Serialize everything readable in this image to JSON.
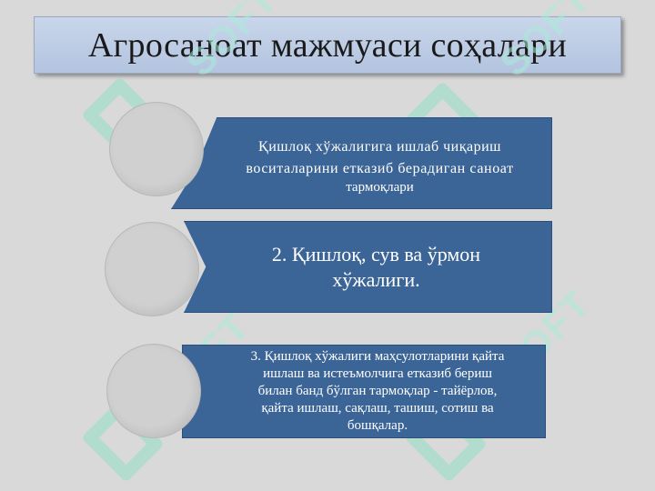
{
  "title": "Агросаноат мажмуаси соҳалари",
  "items": [
    {
      "lines": [
        "Қишлоқ  хўжалигига  ишлаб  чиқариш",
        "воситаларини  етказиб  берадиган  саноат",
        "тармоқлари"
      ]
    },
    {
      "lines": [
        "2. Қишлоқ,  сув ва ўрмон",
        "хўжалиги."
      ]
    },
    {
      "lines": [
        "3. Қишлоқ  хўжалиги  маҳсулотларини  қайта",
        "ишлаш  ва истеъмолчига  етказиб  бериш",
        "билан  банд  бўлган  тармоқлар  - тайёрлов,",
        "қайта ишлаш,  сақлаш,  ташиш,  сотиш ва",
        "бошқалар."
      ]
    }
  ],
  "watermark": "SOFT",
  "colors": {
    "background": "#d9d9d9",
    "box": "#3c6597",
    "title_bar": "#b3c4e0",
    "circle": "#d0d0d0"
  }
}
